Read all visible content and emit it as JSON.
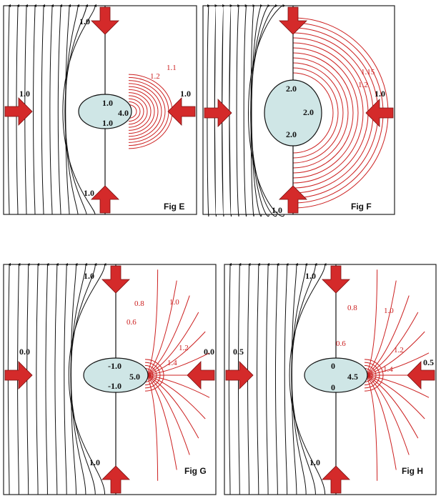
{
  "panels": [
    {
      "id": "E",
      "caption": "Fig E",
      "labels": {
        "top": "1.0",
        "bottom": "1.0",
        "left": "1.0",
        "right": "1.0",
        "hole_top": "1.0",
        "hole_mid": "4.0",
        "hole_bottom": "1.0",
        "contours": [
          "1.1",
          "1.2"
        ]
      }
    },
    {
      "id": "F",
      "caption": "Fig F",
      "labels": {
        "bottom": "1.0",
        "right": "1.0",
        "hole_top": "2.0",
        "hole_mid": "2.0",
        "hole_bottom": "2.0",
        "contours": [
          "1.15",
          "1.2"
        ]
      }
    },
    {
      "id": "G",
      "caption": "Fig G",
      "labels": {
        "top": "1.0",
        "bottom": "1.0",
        "left": "0.0",
        "right": "0.0",
        "hole_top": "-1.0",
        "hole_mid": "5.0",
        "hole_bottom": "-1.0",
        "contours": [
          "0.8",
          "1.0",
          "0.6",
          "1.2",
          "1.4"
        ]
      }
    },
    {
      "id": "H",
      "caption": "Fig H",
      "labels": {
        "top": "1.0",
        "bottom": "1.0",
        "left": "0.5",
        "right": "0.5",
        "hole_top": "0",
        "hole_mid": "4.5",
        "hole_bottom": "0",
        "contours": [
          "0.8",
          "1.0",
          "0.6",
          "1.2",
          "1.4"
        ]
      }
    }
  ],
  "colors": {
    "arrow": "#d42a2a",
    "contour": "#cc2020",
    "hole": "#cfe6e6",
    "streamline": "#111111"
  }
}
